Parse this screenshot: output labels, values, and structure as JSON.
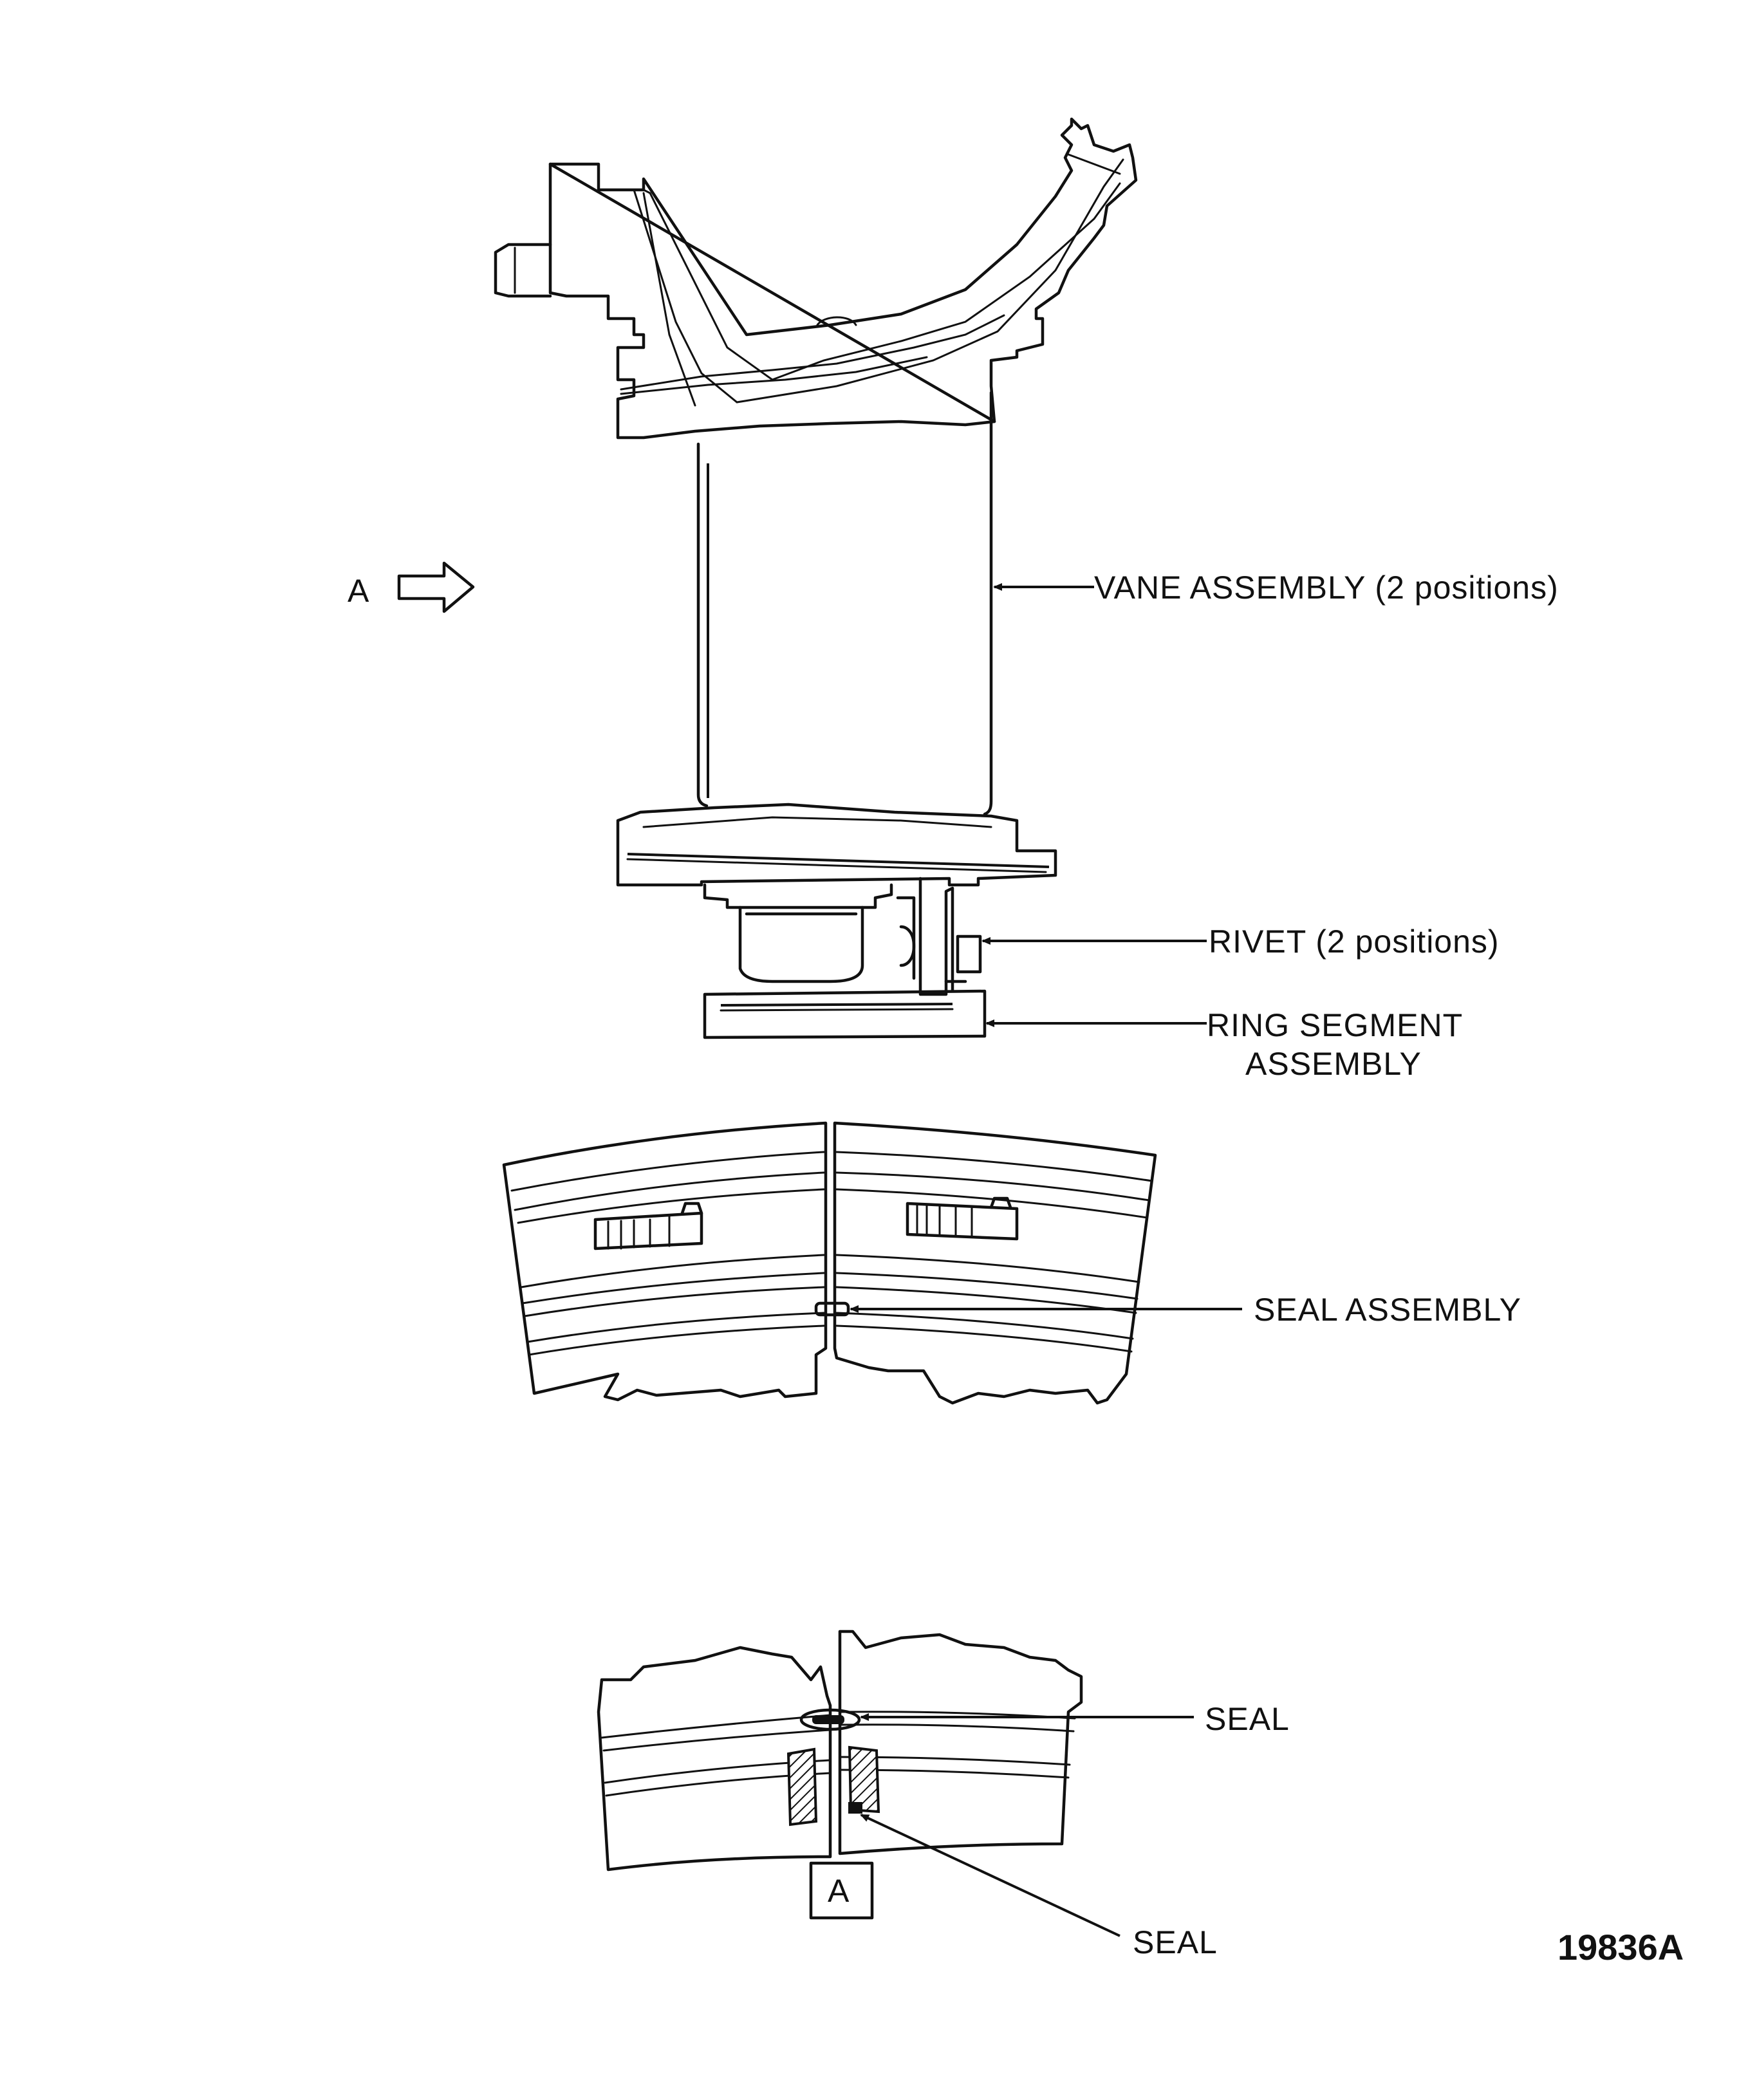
{
  "labels": {
    "view_a_arrow": "A",
    "vane_assembly": "VANE ASSEMBLY (2 positions)",
    "rivet": "RIVET (2 positions)",
    "ring_segment_line1": "RING SEGMENT",
    "ring_segment_line2": "ASSEMBLY",
    "seal_assembly": "SEAL ASSEMBLY",
    "seal_upper": "SEAL",
    "seal_lower": "SEAL",
    "view_a_box": "A",
    "figure_number": "19836A"
  }
}
